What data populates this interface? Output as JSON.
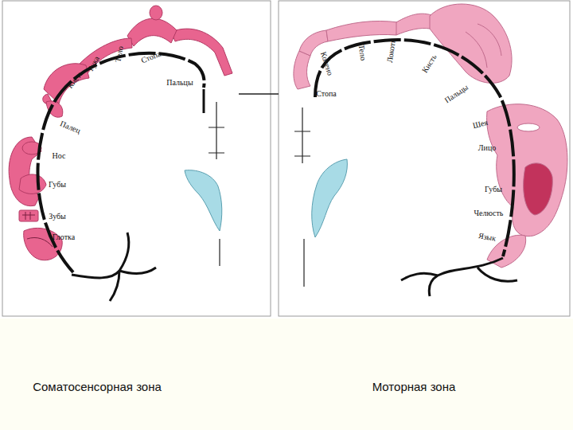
{
  "diagram": {
    "labels": [
      "Рука",
      "Тело",
      "Стопа",
      "Пальцы",
      "Кисть",
      "Палец",
      "Нос",
      "Губы",
      "Зубы",
      "Глотка",
      "Колено",
      "Тело",
      "Локоть",
      "Кисть",
      "Пальцы",
      "Стопа",
      "Шея",
      "Лицо",
      "Губы",
      "Челюсть",
      "Язык",
      "Соматосенсорная зона",
      "Моторная зона"
    ]
  }
}
